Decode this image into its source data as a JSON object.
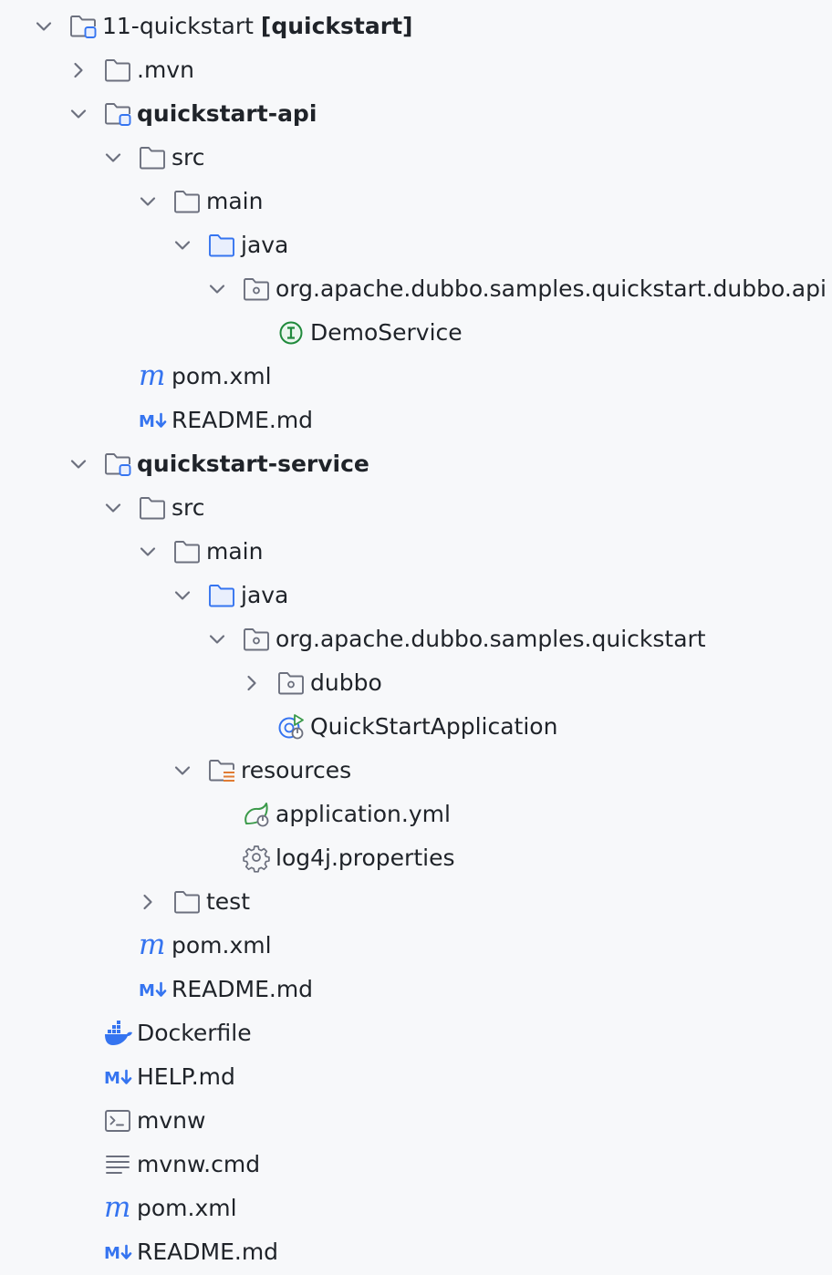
{
  "tree": [
    {
      "label": "11-quickstart",
      "suffix": "[quickstart]",
      "icon": "module-folder-icon",
      "chevron": "expanded",
      "depth": 0,
      "bold": false
    },
    {
      "label": ".mvn",
      "icon": "folder-icon",
      "chevron": "collapsed",
      "depth": 1
    },
    {
      "label": "quickstart-api",
      "icon": "module-folder-icon",
      "chevron": "expanded",
      "depth": 1,
      "bold": true
    },
    {
      "label": "src",
      "icon": "folder-icon",
      "chevron": "expanded",
      "depth": 2
    },
    {
      "label": "main",
      "icon": "folder-icon",
      "chevron": "expanded",
      "depth": 3
    },
    {
      "label": "java",
      "icon": "source-folder-icon",
      "chevron": "expanded",
      "depth": 4
    },
    {
      "label": "org.apache.dubbo.samples.quickstart.dubbo.api",
      "icon": "package-icon",
      "chevron": "expanded",
      "depth": 5
    },
    {
      "label": "DemoService",
      "icon": "interface-icon",
      "chevron": "none",
      "depth": 6
    },
    {
      "label": "pom.xml",
      "icon": "maven-icon",
      "chevron": "none",
      "depth": 2
    },
    {
      "label": "README.md",
      "icon": "markdown-icon",
      "chevron": "none",
      "depth": 2
    },
    {
      "label": "quickstart-service",
      "icon": "module-folder-icon",
      "chevron": "expanded",
      "depth": 1,
      "bold": true
    },
    {
      "label": "src",
      "icon": "folder-icon",
      "chevron": "expanded",
      "depth": 2
    },
    {
      "label": "main",
      "icon": "folder-icon",
      "chevron": "expanded",
      "depth": 3
    },
    {
      "label": "java",
      "icon": "source-folder-icon",
      "chevron": "expanded",
      "depth": 4
    },
    {
      "label": "org.apache.dubbo.samples.quickstart",
      "icon": "package-icon",
      "chevron": "expanded",
      "depth": 5
    },
    {
      "label": "dubbo",
      "icon": "package-icon",
      "chevron": "collapsed",
      "depth": 6
    },
    {
      "label": "QuickStartApplication",
      "icon": "spring-boot-app-icon",
      "chevron": "none",
      "depth": 6
    },
    {
      "label": "resources",
      "icon": "resources-folder-icon",
      "chevron": "expanded",
      "depth": 4
    },
    {
      "label": "application.yml",
      "icon": "spring-config-icon",
      "chevron": "none",
      "depth": 5
    },
    {
      "label": "log4j.properties",
      "icon": "gear-icon",
      "chevron": "none",
      "depth": 5
    },
    {
      "label": "test",
      "icon": "folder-icon",
      "chevron": "collapsed",
      "depth": 3
    },
    {
      "label": "pom.xml",
      "icon": "maven-icon",
      "chevron": "none",
      "depth": 2
    },
    {
      "label": "README.md",
      "icon": "markdown-icon",
      "chevron": "none",
      "depth": 2
    },
    {
      "label": "Dockerfile",
      "icon": "docker-icon",
      "chevron": "none",
      "depth": 1
    },
    {
      "label": "HELP.md",
      "icon": "markdown-icon",
      "chevron": "none",
      "depth": 1
    },
    {
      "label": "mvnw",
      "icon": "terminal-icon",
      "chevron": "none",
      "depth": 1
    },
    {
      "label": "mvnw.cmd",
      "icon": "text-file-icon",
      "chevron": "none",
      "depth": 1
    },
    {
      "label": "pom.xml",
      "icon": "maven-icon",
      "chevron": "none",
      "depth": 1
    },
    {
      "label": "README.md",
      "icon": "markdown-icon",
      "chevron": "none",
      "depth": 1
    }
  ],
  "colors": {
    "background": "#f7f8fa",
    "text": "#1f2329",
    "icon_gray": "#6c707e",
    "source_blue": "#3574f0",
    "interface_green": "#208a3c",
    "spring_green": "#3b9a4a",
    "resources_orange": "#e07b33"
  }
}
